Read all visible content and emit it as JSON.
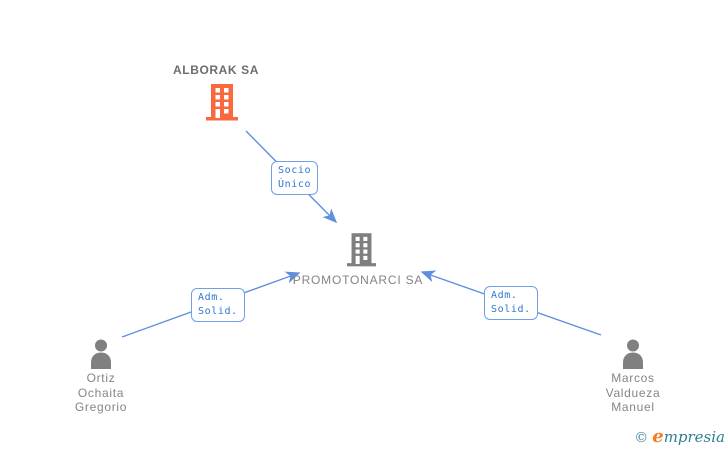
{
  "nodes": {
    "alborak": {
      "label": "ALBORAK SA",
      "type": "company"
    },
    "promotonarci": {
      "label": "PROMOTONARCI SA",
      "type": "company"
    },
    "person_left": {
      "line1": "Ortiz",
      "line2": "Ochaita",
      "line3": "Gregorio",
      "type": "person"
    },
    "person_right": {
      "line1": "Marcos",
      "line2": "Valdueza",
      "line3": "Manuel",
      "type": "person"
    }
  },
  "edges": {
    "socio_unico": {
      "line1": "Socio",
      "line2": "Único",
      "from": "ALBORAK SA",
      "to": "PROMOTONARCI SA"
    },
    "adm_solid_left": {
      "line1": "Adm.",
      "line2": "Solid.",
      "from": "Ortiz Ochaita Gregorio",
      "to": "PROMOTONARCI SA"
    },
    "adm_solid_right": {
      "line1": "Adm.",
      "line2": "Solid.",
      "from": "Marcos Valdueza Manuel",
      "to": "PROMOTONARCI SA"
    }
  },
  "colors": {
    "edge_blue": "#5f8fe0",
    "edge_label_text": "#2e76cf",
    "edge_label_border": "#6fa0e8",
    "company_orange": "#f9693f",
    "node_gray": "#808080",
    "watermark_teal": "#2e7e92",
    "watermark_orange": "#ef7d23"
  },
  "watermark": {
    "copyright_symbol": "©",
    "brand_initial": "e",
    "brand_rest": "mpresia"
  }
}
